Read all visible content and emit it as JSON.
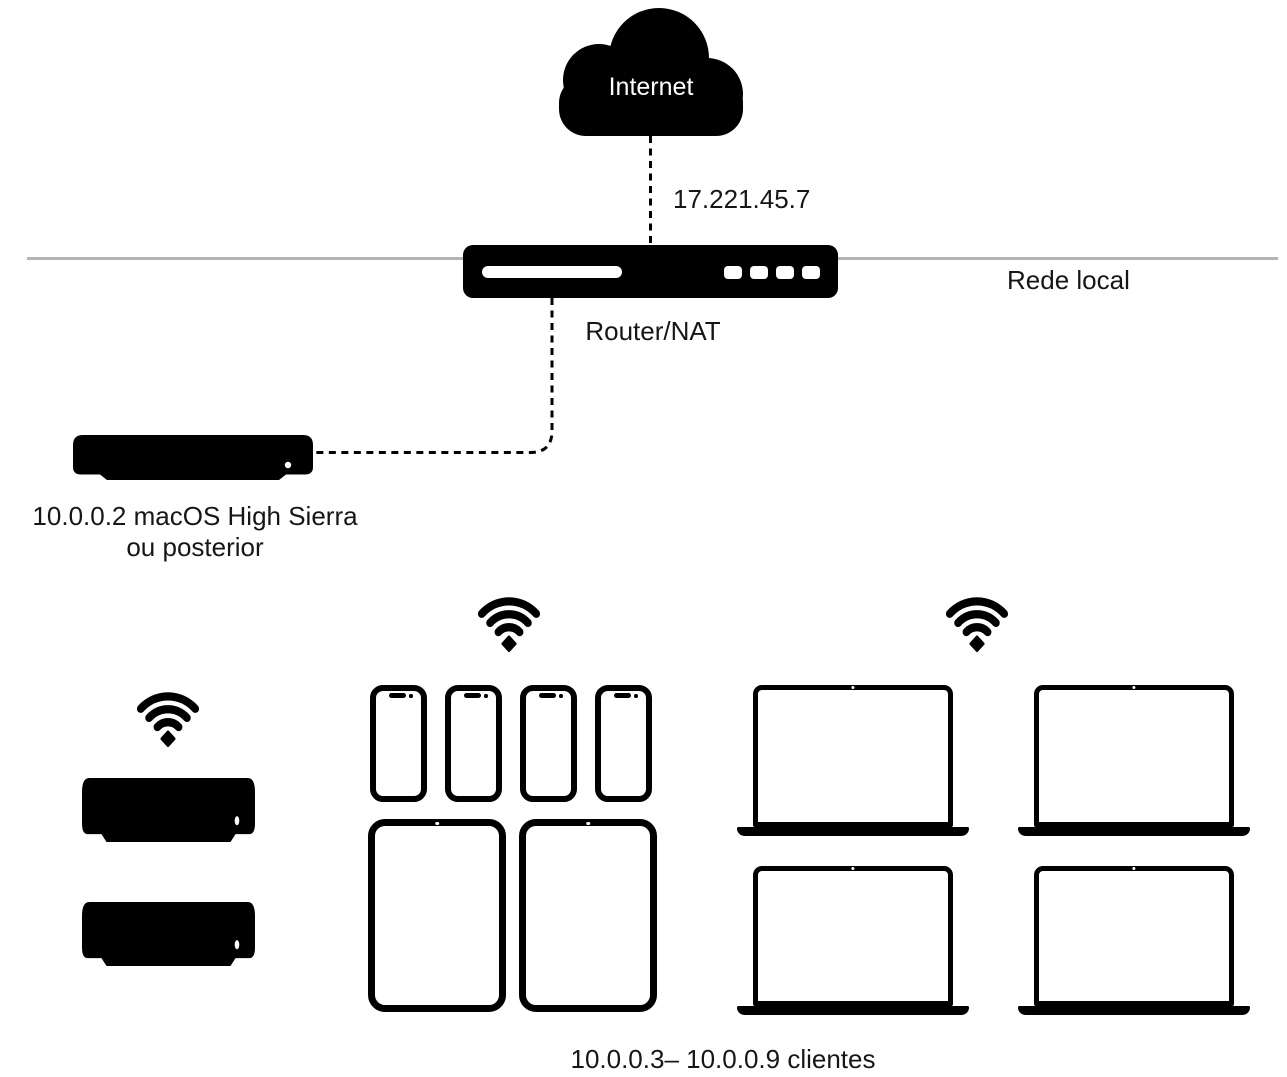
{
  "diagram": {
    "background_color": "#ffffff",
    "device_color": "#000000",
    "network_line_color": "#b4b4b8",
    "text_color": "#161617",
    "internet": {
      "label": "Internet"
    },
    "wan_ip": "17.221.45.7",
    "local_network_label": "Rede local",
    "router": {
      "label": "Router/NAT"
    },
    "server": {
      "device": "mac-mini",
      "label_line1": "10.0.0.2 macOS High Sierra",
      "label_line2": "ou posterior"
    },
    "clients": {
      "label": "10.0.0.3– 10.0.0.9 clientes",
      "groups": [
        {
          "name": "mac-mini-group",
          "wifi": true,
          "device": "mac-mini",
          "count": 2
        },
        {
          "name": "mobile-group",
          "wifi": true,
          "iphone_count": 4,
          "ipad_count": 2
        },
        {
          "name": "macbook-group",
          "wifi": true,
          "device": "macbook",
          "count": 4
        }
      ]
    },
    "icons": {
      "cloud": "cloud-icon",
      "wifi": "wifi-icon",
      "router": "router-icon",
      "mac_mini": "mac-mini-icon",
      "iphone": "iphone-icon",
      "ipad": "ipad-icon",
      "macbook": "macbook-icon"
    }
  }
}
